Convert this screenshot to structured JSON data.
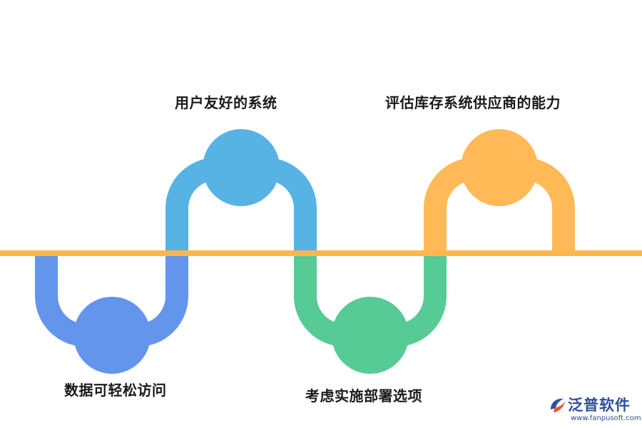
{
  "colors": {
    "timeline": "#ffb64d",
    "blue": "#6395ec",
    "light_blue": "#57b3e4",
    "green": "#56cb95",
    "orange": "#ffb957",
    "text": "#1a1a1a",
    "logo": "#2d4f9a"
  },
  "nodes": [
    {
      "label": "数据可轻松访问",
      "color": "#6395ec",
      "position": "below"
    },
    {
      "label": "用户友好的系统",
      "color": "#57b3e4",
      "position": "above"
    },
    {
      "label": "考虑实施部署选项",
      "color": "#56cb95",
      "position": "below"
    },
    {
      "label": "评估库存系统供应商的能力",
      "color": "#ffb957",
      "position": "above"
    }
  ],
  "logo": {
    "name": "泛普软件",
    "url": "www.fanpusoft.com",
    "icon": "fanpu-logo-icon"
  }
}
